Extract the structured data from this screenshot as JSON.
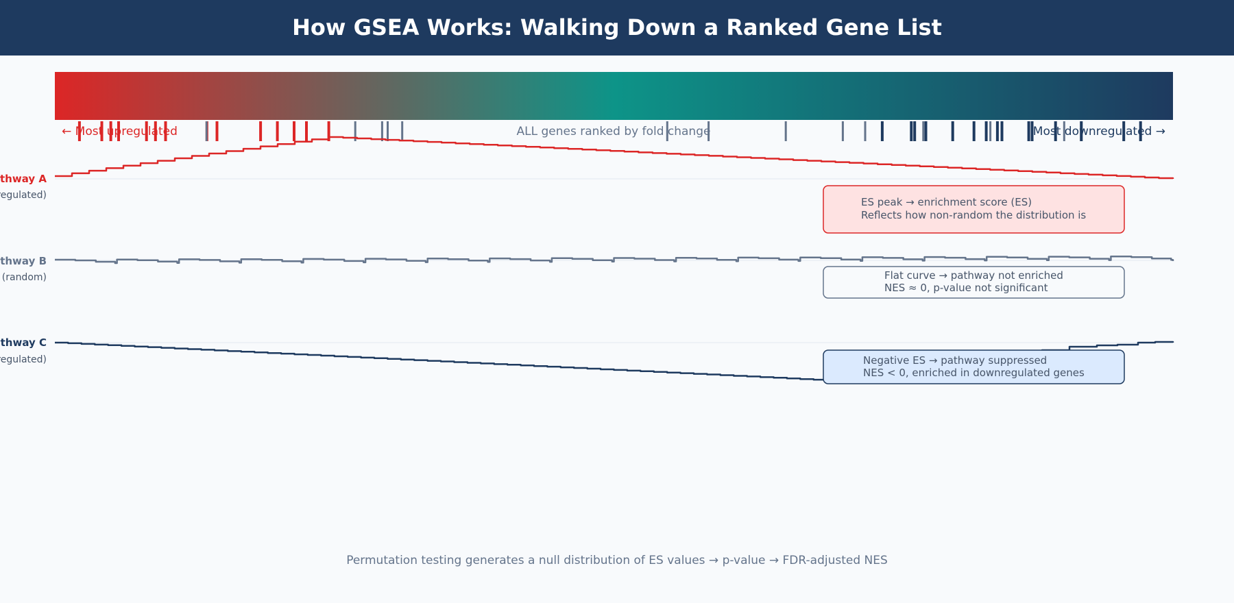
{
  "title": "How GSEA Works: Walking Down a Ranked Gene List",
  "ranked_list": {
    "label_left": "← Most upregulated",
    "label_center": "ALL genes ranked by fold change",
    "label_right": "Most downregulated →",
    "gradient_colors": [
      "#dc2626",
      "#0d9488",
      "#1e3a5f"
    ]
  },
  "pathways": [
    {
      "id": "a",
      "name": "Pathway A",
      "sub": "(upregulated)",
      "color": "#dc2626",
      "note_lines": [
        "ES peak → enrichment score (ES)",
        "Reflects how non-random the distribution is"
      ],
      "note_fill": "#fee2e2",
      "note_stroke": "#dc2626"
    },
    {
      "id": "b",
      "name": "Pathway B",
      "sub": "(random)",
      "color": "#64748b",
      "note_lines": [
        "Flat curve → pathway not enriched",
        "NES ≈ 0, p-value not significant"
      ],
      "note_fill": "#f8fafc",
      "note_stroke": "#64748b"
    },
    {
      "id": "c",
      "name": "Pathway C",
      "sub": "(downregulated)",
      "color": "#1e3a5f",
      "note_lines": [
        "Negative ES → pathway suppressed",
        "NES < 0, enriched in downregulated genes"
      ],
      "note_fill": "#dbeafe",
      "note_stroke": "#1e3a5f"
    }
  ],
  "gene_hits": {
    "pathway_a": [
      0.022,
      0.042,
      0.05,
      0.057,
      0.082,
      0.09,
      0.099,
      0.136,
      0.145,
      0.184,
      0.199,
      0.214,
      0.225,
      0.245
    ],
    "pathway_b": [
      0.136,
      0.269,
      0.293,
      0.298,
      0.311,
      0.548,
      0.585,
      0.654,
      0.705,
      0.725,
      0.777,
      0.837,
      0.903,
      0.918
    ],
    "pathway_c": [
      0.74,
      0.766,
      0.769,
      0.779,
      0.803,
      0.822,
      0.833,
      0.843,
      0.847,
      0.871,
      0.874,
      0.895,
      0.918,
      0.956,
      0.971
    ]
  },
  "footer": "Permutation testing generates a null distribution of ES values → p-value → FDR-adjusted NES"
}
